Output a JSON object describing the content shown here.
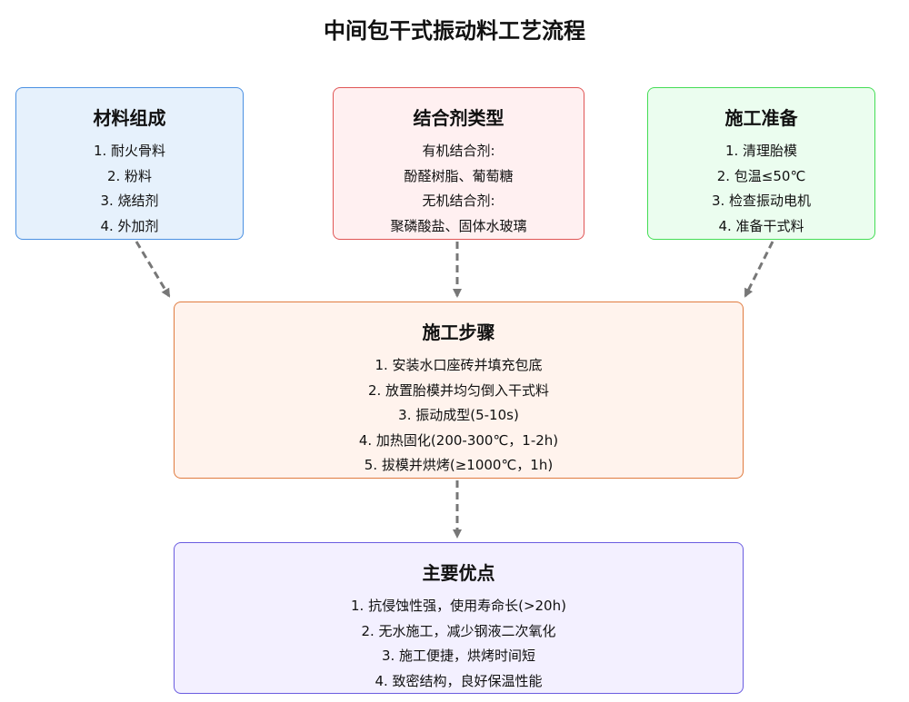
{
  "title": "中间包干式振动料工艺流程",
  "materials": {
    "heading": "材料组成",
    "items": [
      "1. 耐火骨料",
      "2. 粉料",
      "3. 烧结剂",
      "4. 外加剂"
    ]
  },
  "binders": {
    "heading": "结合剂类型",
    "items": [
      "有机结合剂:",
      "酚醛树脂、葡萄糖",
      "无机结合剂:",
      "聚磷酸盐、固体水玻璃"
    ]
  },
  "preparation": {
    "heading": "施工准备",
    "items": [
      "1. 清理胎模",
      "2. 包温≤50℃",
      "3. 检查振动电机",
      "4. 准备干式料"
    ]
  },
  "steps": {
    "heading": "施工步骤",
    "items": [
      "1. 安装水口座砖并填充包底",
      "2. 放置胎模并均匀倒入干式料",
      "3. 振动成型(5-10s)",
      "4. 加热固化(200-300℃，1-2h)",
      "5. 拔模并烘烤(≥1000℃，1h)"
    ]
  },
  "advantages": {
    "heading": "主要优点",
    "items": [
      "1. 抗侵蚀性强，使用寿命长(>20h)",
      "2. 无水施工，减少钢液二次氧化",
      "3. 施工便捷，烘烤时间短",
      "4. 致密结构，良好保温性能"
    ]
  },
  "colors": {
    "arrow": "#777777"
  }
}
